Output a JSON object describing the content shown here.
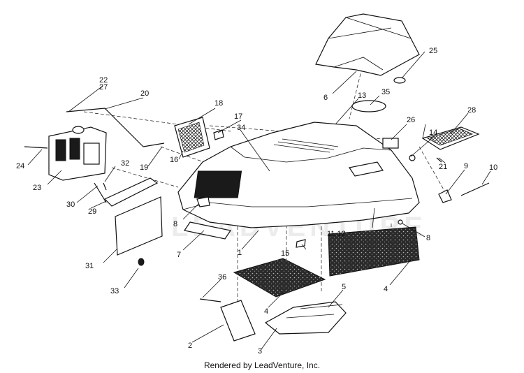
{
  "watermark": "LEADVENTURE",
  "credit": "Rendered by LeadVenture, Inc.",
  "callouts": [
    "1",
    "2",
    "3",
    "4",
    "4",
    "5",
    "6",
    "7",
    "8",
    "8",
    "9",
    "10",
    "11,12",
    "13",
    "14",
    "15",
    "16",
    "17",
    "18",
    "19",
    "20",
    "21",
    "22",
    "27",
    "23",
    "24",
    "25",
    "26",
    "28",
    "29",
    "30",
    "31",
    "32",
    "33",
    "34",
    "35",
    "36"
  ]
}
